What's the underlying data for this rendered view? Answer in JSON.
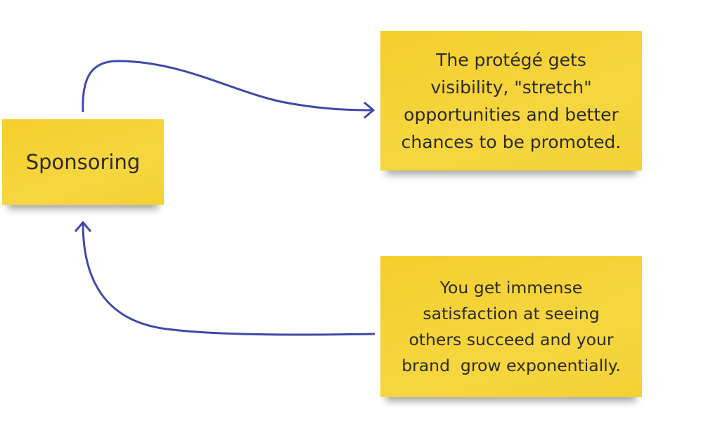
{
  "notes": {
    "sponsoring": "Sponsoring",
    "protege": [
      "The protégé gets",
      "visibility, \"stretch\"",
      "opportunities and better",
      "chances to be promoted."
    ],
    "satisfaction": [
      "You get immense",
      "satisfaction at seeing",
      "others succeed and your",
      "brand  grow exponentially."
    ]
  },
  "colors": {
    "note": "#F5D232",
    "arrow": "#3F48A8"
  }
}
